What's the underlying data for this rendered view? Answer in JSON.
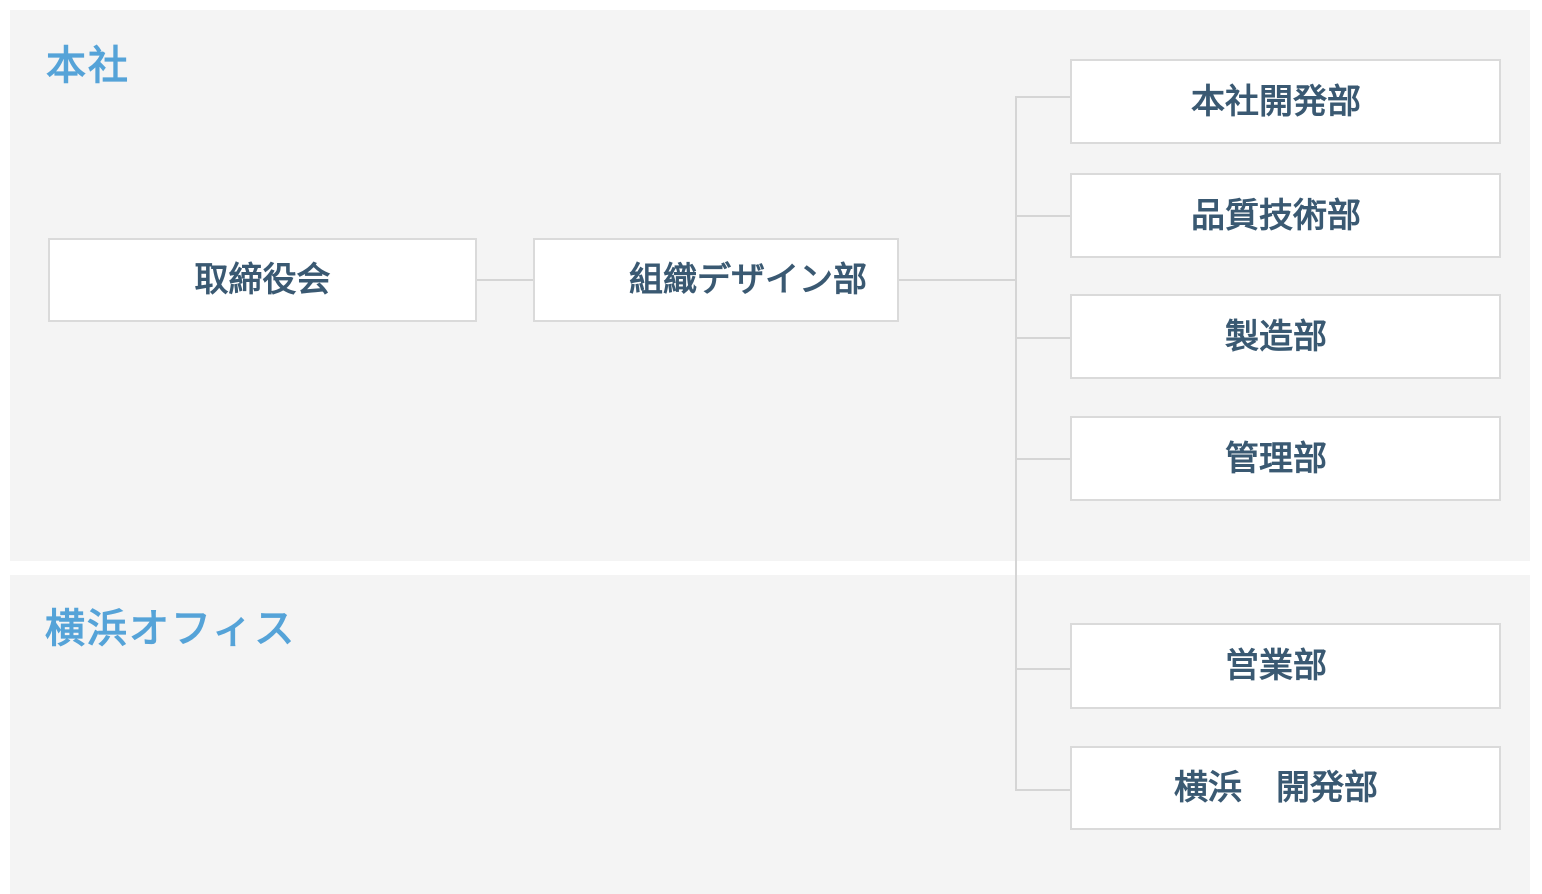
{
  "colors": {
    "page_background": "#ffffff",
    "section_background": "#f4f4f4",
    "section_title": "#55a3d8",
    "node_background": "#ffffff",
    "node_border": "#dadada",
    "node_text": "#3a5972",
    "connector": "#d5d5d5"
  },
  "sections": [
    {
      "title": "本社"
    },
    {
      "title": "横浜オフィス"
    }
  ],
  "nodes": [
    {
      "label": "取締役会"
    },
    {
      "label": "組織デザイン部"
    },
    {
      "label": "本社開発部"
    },
    {
      "label": "品質技術部"
    },
    {
      "label": "製造部"
    },
    {
      "label": "管理部"
    },
    {
      "label": "営業部"
    },
    {
      "label": "横浜　開発部"
    }
  ]
}
